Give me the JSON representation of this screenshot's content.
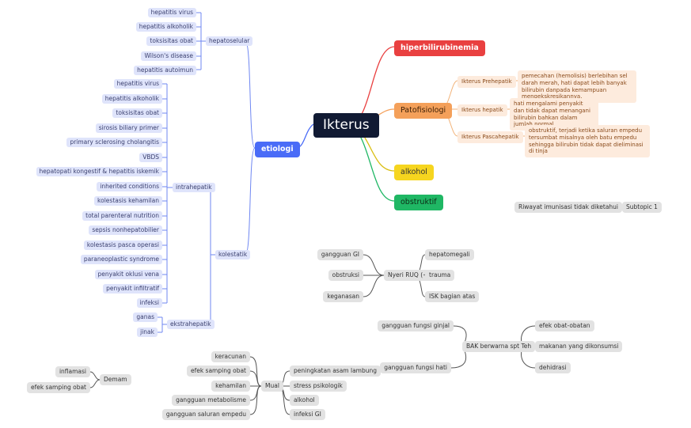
{
  "central": "Ikterus",
  "branches": {
    "hiperbilirubinemia": "hiperbilirubinemia",
    "patofisiologi": "Patofisiologi",
    "etiologi": "etiologi",
    "alkohol": "alkohol",
    "obstruktif": "obstruktif"
  },
  "patofisiologi": [
    {
      "label": "Ikterus Prehepatik",
      "desc": "pemecahan (hemolisis) berlebihan sel darah merah, hati dapat lebih banyak bilirubin danpada kemampuan mengekskresikannya."
    },
    {
      "label": "Ikterus hepatik",
      "desc": "hati mengalami penyakit dan  tidak dapat menangani bilirubin bahkan dalam jumlah normal."
    },
    {
      "label": "Ikterus Pascahepatik",
      "desc": "obstruktif, terjadi ketika saluran empedu tersumbat misalnya oleh batu empedu sehingga bilirubin tidak dapat dieliminasi di tinja"
    }
  ],
  "hepatoselular": {
    "label": "hepatoselular",
    "items": [
      "hepatitis virus",
      "hepatitis alkoholik",
      "toksisitas obat",
      "Wilson's disease",
      "hepatitis autoimun"
    ]
  },
  "kolestatik": {
    "label": "kolestatik",
    "intrahepatik": {
      "label": "intrahepatik",
      "items": [
        "hepatitis virus",
        "hepatitis alkoholik",
        "toksisitas obat",
        "sirosis biliary primer",
        "primary sclerosing cholangitis",
        "VBDS",
        "hepatopati kongestif & hepatitis iskemik",
        "inherited conditions",
        "kolestasis kehamilan",
        "total parenteral nutrition",
        "sepsis nonhepatobilier",
        "kolestasis pasca operasi",
        "paraneoplastic syndrome",
        "penyakit oklusi vena",
        "penyakit infiltratif",
        "infeksi"
      ]
    },
    "ekstrahepatik": {
      "label": "ekstrahepatik",
      "items": [
        "ganas",
        "jinak"
      ]
    }
  },
  "riwayat": {
    "label": "Riwayat imunisasi tidak diketahui",
    "subtopic": "Subtopic 1"
  },
  "nyeri": {
    "label": "Nyeri RUQ (+)",
    "left": [
      "gangguan GI",
      "obstruksi",
      "keganasan"
    ],
    "right": [
      "hepatomegali",
      "trauma",
      "ISK bagian atas"
    ]
  },
  "bak": {
    "label": "BAK berwarna spt Teh",
    "left": [
      "gangguan fungsi ginjal",
      "gangguan fungsi hati"
    ],
    "right": [
      "efek obat-obatan",
      "makanan yang dikonsumsi",
      "dehidrasi"
    ]
  },
  "demam": {
    "label": "Demam",
    "items": [
      "inflamasi",
      "efek samping obat"
    ]
  },
  "mual": {
    "label": "Mual",
    "left": [
      "keracunan",
      "efek samping obat",
      "kehamilan",
      "gangguan metabolisme",
      "gangguan saluran empedu"
    ],
    "right": [
      "peningkatan asam lambung",
      "stress psikologik",
      "alkohol",
      "infeksi GI"
    ]
  },
  "colors": {
    "central": "#111a33",
    "hiperbilirubinemia": "#e94040",
    "patofisiologi": "#f4a05a",
    "etiologi": "#4a6cf7",
    "alkohol": "#f6d51f",
    "obstruktif": "#1fb764",
    "line_blue": "#6f87f2",
    "line_orange": "#f2b277",
    "line_gray": "#555555"
  }
}
